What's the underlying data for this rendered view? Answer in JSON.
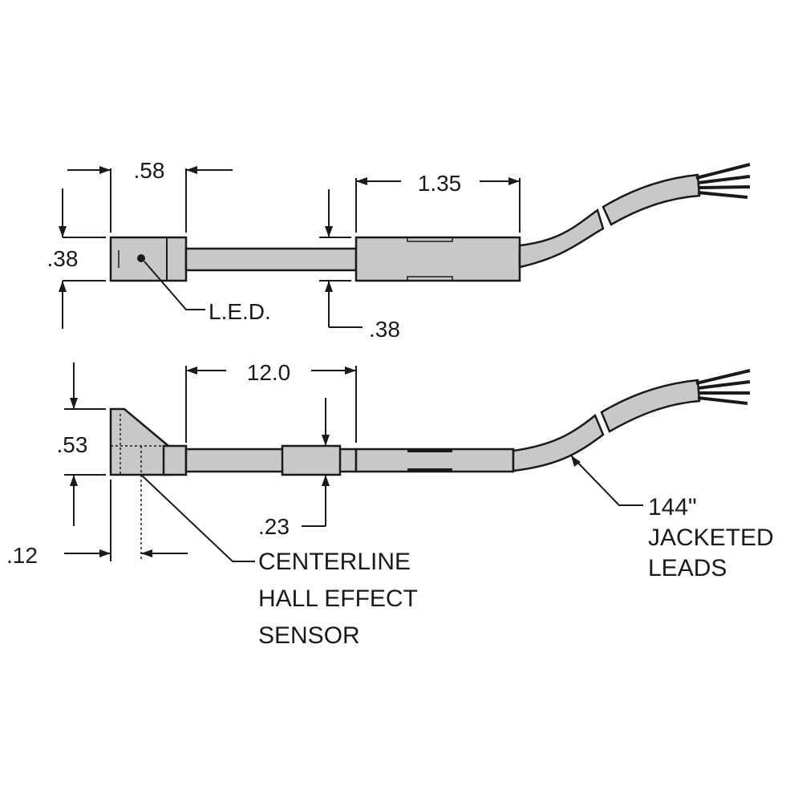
{
  "colors": {
    "part_fill": "#c8c8c8",
    "line": "#1a1a1a",
    "background": "#ffffff"
  },
  "top_view": {
    "dim_width": ".58",
    "dim_height": ".38",
    "dim_module_length": "1.35",
    "dim_module_height": ".38",
    "label_led": "L.E.D."
  },
  "side_view": {
    "dim_length": "12.0",
    "dim_height": ".53",
    "dim_offset": ".12",
    "dim_tube": ".23",
    "label_sensor": [
      "CENTERLINE",
      "HALL EFFECT",
      "SENSOR"
    ],
    "label_leads": [
      "144\"",
      "JACKETED",
      "LEADS"
    ]
  }
}
